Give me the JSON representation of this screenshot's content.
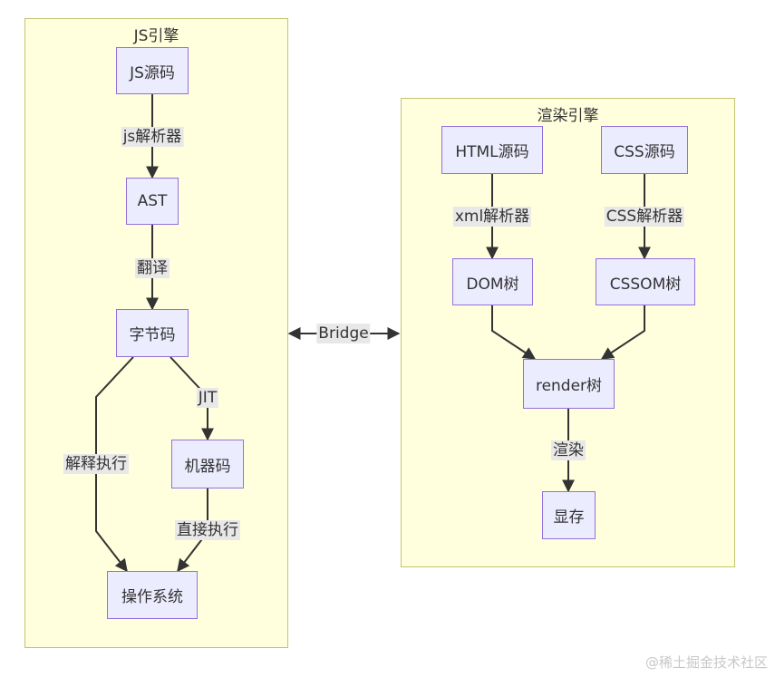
{
  "clusters": {
    "js_engine": "JS引擎",
    "render_engine": "渲染引擎"
  },
  "nodes": {
    "js_source": "JS源码",
    "ast": "AST",
    "bytecode": "字节码",
    "machine_code": "机器码",
    "os": "操作系统",
    "html_source": "HTML源码",
    "css_source": "CSS源码",
    "dom_tree": "DOM树",
    "cssom_tree": "CSSOM树",
    "render_tree": "render树",
    "display_memory": "显存"
  },
  "edges": {
    "js_parser": "js解析器",
    "translate": "翻译",
    "jit": "JIT",
    "interpret": "解释执行",
    "direct_exec": "直接执行",
    "xml_parser": "xml解析器",
    "css_parser": "CSS解析器",
    "render": "渲染",
    "bridge": "Bridge"
  },
  "colors": {
    "cluster_fill": "#ffffde",
    "cluster_border": "#c4c46f",
    "node_fill": "#ececff",
    "node_border": "#9370db",
    "edge": "#333333",
    "label_bg": "#e8e8e8"
  },
  "watermark": "@稀土掘金技术社区"
}
